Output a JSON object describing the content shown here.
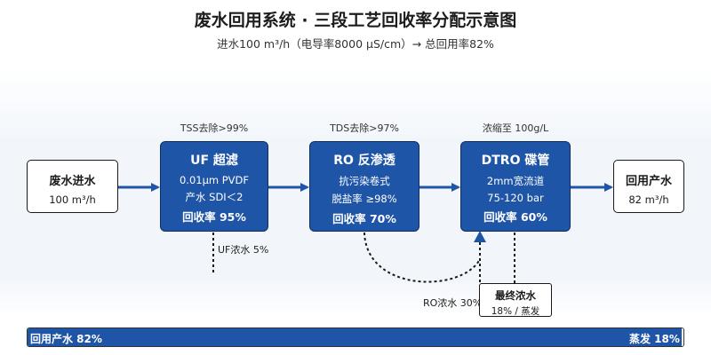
{
  "header": {
    "title": "废水回用系统 · 三段工艺回收率分配示意图",
    "subtitle": "进水100 m³/h（电导率8000 µS/cm）→ 总回用率82%"
  },
  "inlet": {
    "title": "废水进水",
    "value": "100 m³/h"
  },
  "outlet": {
    "title": "回用产水",
    "value": "82 m³/h"
  },
  "stages": [
    {
      "caption": "TSS去除>99%",
      "title": "UF 超滤",
      "line1": "0.01µm PVDF",
      "line2": "产水 SDI＜2",
      "recovery": "回收率 95%"
    },
    {
      "caption": "TDS去除>97%",
      "title": "RO 反渗透",
      "line1": "抗污染卷式",
      "line2": "脱盐率 ≥98%",
      "recovery": "回收率 70%"
    },
    {
      "caption": "浓缩至 100g/L",
      "title": "DTRO 碟管",
      "line1": "2mm宽流道",
      "line2": "75-120 bar",
      "recovery": "回收率 60%"
    }
  ],
  "rejects": {
    "uf": "UF浓水 5%",
    "ro": "RO浓水 30%",
    "final_title": "最终浓水",
    "final_sub": "18% / 蒸发"
  },
  "bar": {
    "recycled_label": "回用产水 82%",
    "evap_label": "蒸发 18%",
    "recycled_fraction": 0.82,
    "fill_color": "#1f55a7"
  },
  "colors": {
    "stage": "#1f55a7",
    "arrow": "#1f55a7",
    "line": "#1a1a1a"
  }
}
